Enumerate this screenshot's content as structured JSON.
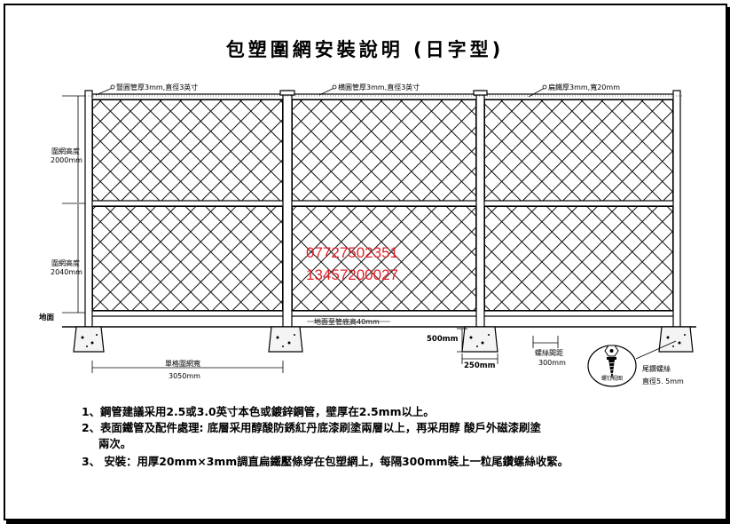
{
  "title": "包塑圍網安裝說明 (日字型)",
  "labels": {
    "post": "豎圓管厚3mm,直徑3英寸",
    "rail": "横圓管厚3mm,直徑3英寸",
    "flat_bar": "扁鐵厚3mm,寬20mm",
    "mesh_height_1_title": "圍網高度",
    "mesh_height_1_value": "2000mm",
    "mesh_height_2_title": "圍網高度",
    "mesh_height_2_value": "2040mm",
    "ground": "地面",
    "ground_gap": "地面至管底高40mm",
    "footing_depth": "500mm",
    "footing_width": "250mm",
    "screw_spacing_title": "螺絲間距",
    "screw_spacing_value": "300mm",
    "panel_width_title": "單格圍網寬",
    "panel_width_value": "3050mm",
    "screw_detail": "螺钉视图",
    "tail_screw_title": "尾鑽螺絲",
    "tail_screw_value": "直徑5. 5mm"
  },
  "phones": [
    "07727502351",
    "13457200027"
  ],
  "notes": [
    "1、鋼管建議采用2.5或3.0英寸本色或鍍鋅鋼管，壁厚在2.5mm以上。",
    "2、表面鐵管及配件處理: 底層采用醇酸防銹紅丹底漆刷塗兩層以上，再采用醇 酸戶外磁漆刷塗",
    "兩次。",
    "3、 安裝：用厚20mm×3mm調直扁鐵壓條穿在包塑網上，每隔300mm裝上一粒尾鑽螺絲收緊。"
  ],
  "colors": {
    "ink": "#000000",
    "phone": "#e4202a",
    "mesh": "#111111"
  }
}
